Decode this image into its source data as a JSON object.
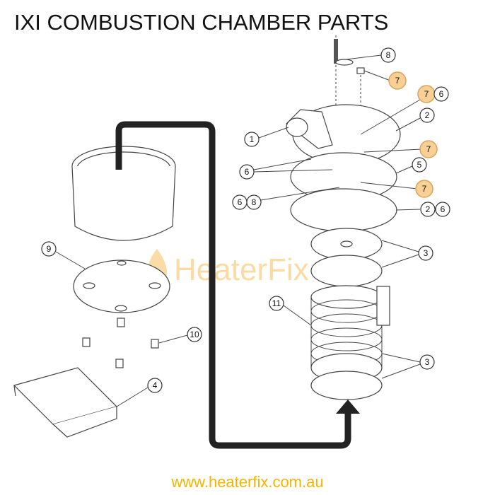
{
  "title": "IXI COMBUSTION CHAMBER PARTS",
  "watermark": "HeaterFix",
  "url": "www.heaterfix.com.au",
  "accent_color": "#f8cf94",
  "callouts": [
    "8",
    "7",
    "7",
    "6",
    "2",
    "1",
    "7",
    "5",
    "6",
    "7",
    "6",
    "8",
    "2",
    "6",
    "3",
    "11",
    "3",
    "9",
    "10",
    "4"
  ]
}
